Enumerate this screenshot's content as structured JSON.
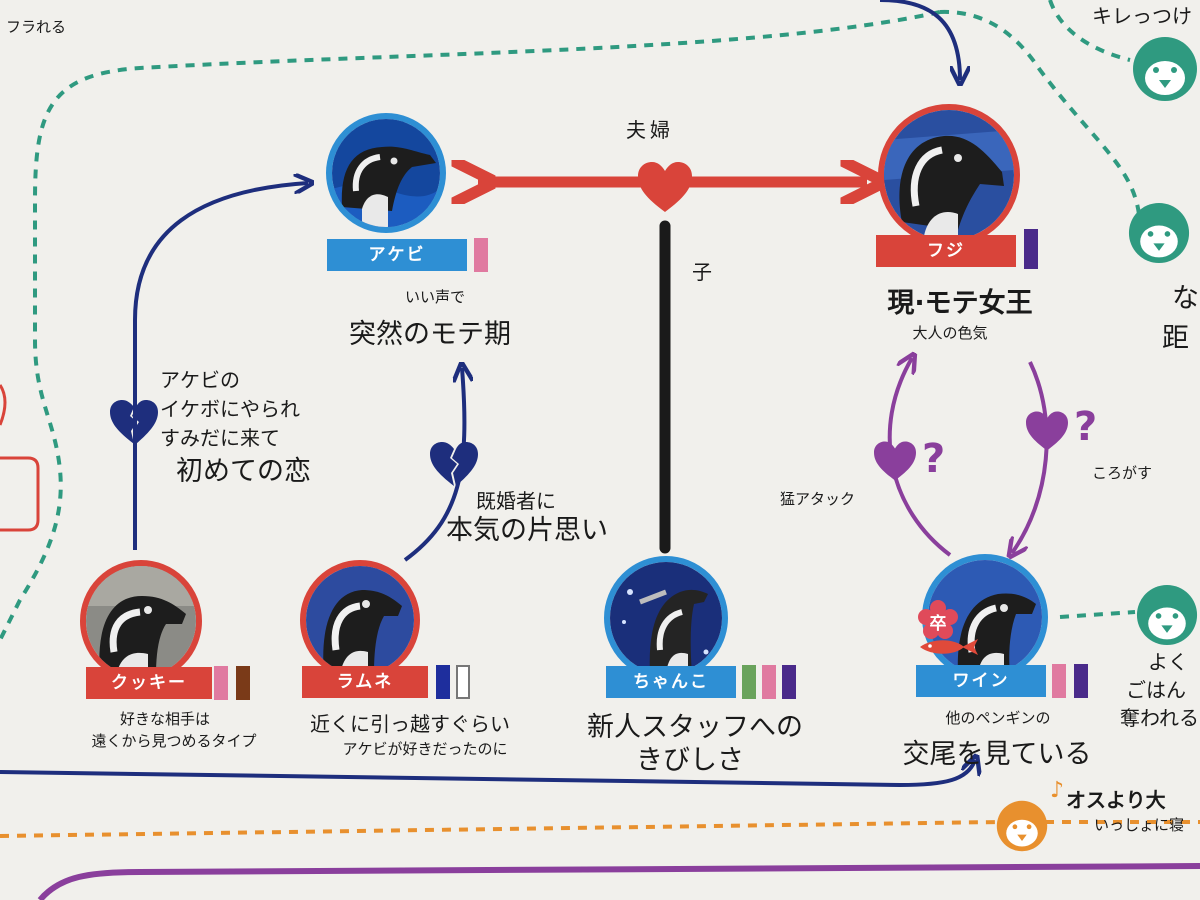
{
  "header": {
    "corner_label": "フラれる"
  },
  "characters": {
    "akebi": {
      "name": "アケビ",
      "line1": "いい声で",
      "line2": "突然のモテ期"
    },
    "fuji": {
      "name": "フジ",
      "line1": "現·モテ女王",
      "line2": "大人の色気"
    },
    "kukki": {
      "name": "クッキー",
      "line1": "好きな相手は",
      "line2": "遠くから見つめるタイプ"
    },
    "ramune": {
      "name": "ラムネ",
      "line1": "近くに引っ越すぐらい",
      "line2": "アケビが好きだったのに"
    },
    "chanko": {
      "name": "ちゃんこ",
      "line1": "新人スタッフへの",
      "line2": "きびしさ"
    },
    "wine": {
      "name": "ワイン",
      "line1": "他のペンギンの",
      "line2": "交尾を見ている",
      "badge": "卒"
    }
  },
  "relations": {
    "couple": "夫婦",
    "child": "子",
    "kukki_to_akebi": [
      "アケビの",
      "イケボにやられ",
      "すみだに来て",
      "初めての恋"
    ],
    "ramune_to_akebi": [
      "既婚者に",
      "本気の片思い"
    ],
    "wine_to_fuji": "猛アタック",
    "fuji_to_wine": "ころがす",
    "question_mark": "?"
  },
  "edge_fragments": {
    "top_right": "キレっつけ",
    "right_1": "な",
    "right_2": "距",
    "right_3": "よく",
    "right_4": "ごはん",
    "right_5": "奪われる",
    "bottom_1": "オスより大",
    "bottom_2": "いっしょに寝"
  },
  "colors": {
    "background": "#f1f0ec",
    "couple_arrow": "#d9443a",
    "love_arrow": "#1e2e7d",
    "purple_arrow": "#8a3f9c",
    "child_line": "#1a1a1a",
    "green_dash": "#2f9a80",
    "orange_dash": "#e8902e",
    "frame_blue": "#2e8fd4",
    "frame_red": "#d9443a"
  }
}
